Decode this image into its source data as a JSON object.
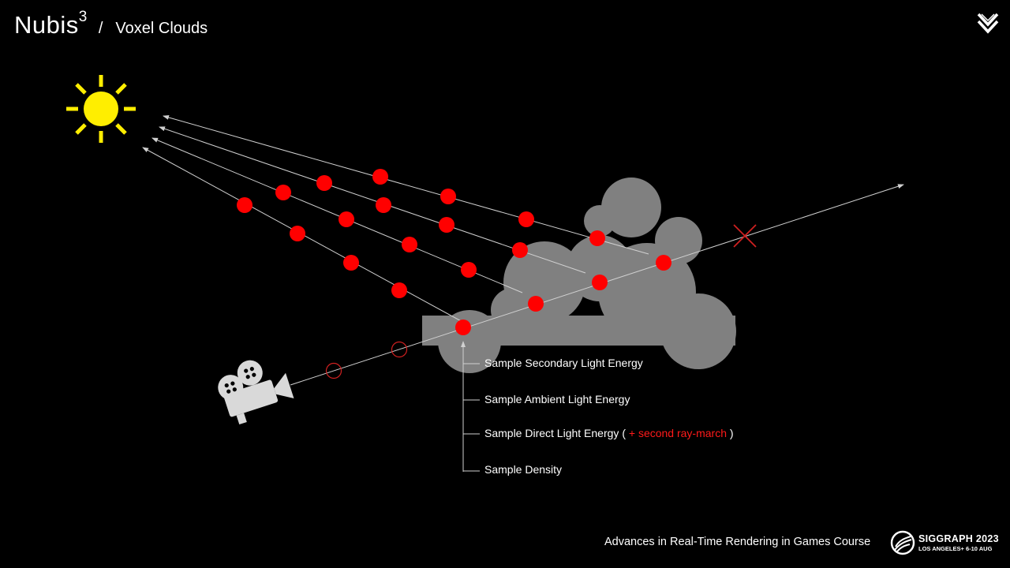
{
  "header": {
    "brand": "Nubis",
    "brand_sup": "3",
    "separator": "/",
    "subtitle": "Voxel Clouds"
  },
  "labels": {
    "secondary": "Sample Secondary Light Energy",
    "ambient": "Sample Ambient Light Energy",
    "direct": "Sample Direct Light Energy",
    "direct_paren_open": "(",
    "direct_note": "+ second ray-march",
    "direct_paren_close": ")",
    "density": "Sample Density"
  },
  "footer": {
    "course": "Advances in Real-Time Rendering in Games Course",
    "conference": "SIGGRAPH 2023",
    "conference_sub": "LOS ANGELES+  6-10 AUG"
  },
  "colors": {
    "background": "#000000",
    "sun": "#ffee00",
    "sample": "#ff0000",
    "cloud": "#808080",
    "ray": "#d0d0d0",
    "camera": "#d9d9d9"
  },
  "icons": [
    "sun-icon",
    "camera-icon",
    "cloud-shape",
    "studio-logo-icon",
    "siggraph-logo-icon"
  ]
}
